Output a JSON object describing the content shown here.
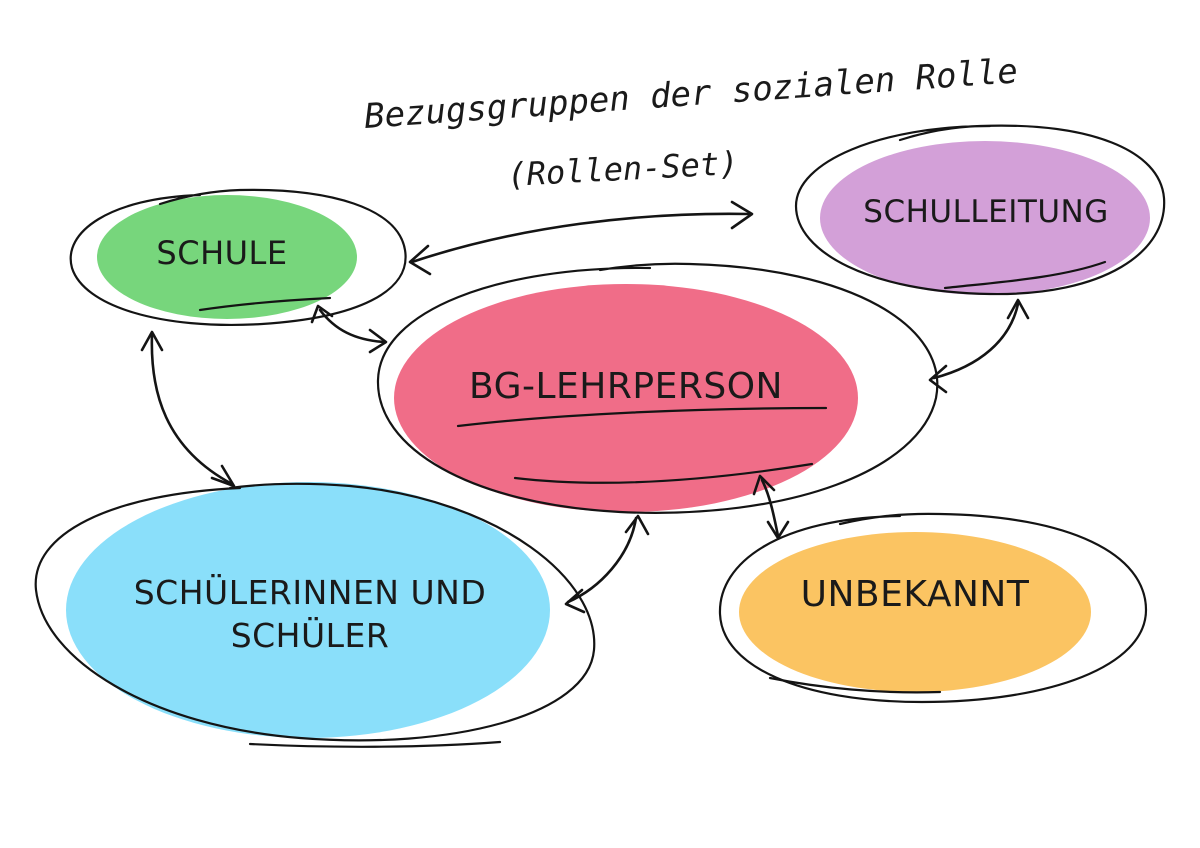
{
  "title": {
    "line1": "Bezugsgruppen der sozialen Rolle",
    "line2": "(Rollen-Set)"
  },
  "nodes": {
    "schule": {
      "label": "SCHULE",
      "color": "#77d67c"
    },
    "schulleitung": {
      "label": "SCHULLEITUNG",
      "color": "#d3a0d8"
    },
    "lehrperson": {
      "label": "BG-LEHRPERSON",
      "color": "#f06d88"
    },
    "schueler": {
      "line1": "SCHÜLERINNEN UND",
      "line2": "SCHÜLER",
      "color": "#8adffa"
    },
    "unbekannt": {
      "label": "UNBEKANNT",
      "color": "#fbc462"
    }
  },
  "connections": [
    {
      "from": "schule",
      "to": "schulleitung"
    },
    {
      "from": "schule",
      "to": "lehrperson"
    },
    {
      "from": "schulleitung",
      "to": "lehrperson"
    },
    {
      "from": "schule",
      "to": "schueler"
    },
    {
      "from": "lehrperson",
      "to": "schueler"
    },
    {
      "from": "lehrperson",
      "to": "unbekannt"
    }
  ]
}
